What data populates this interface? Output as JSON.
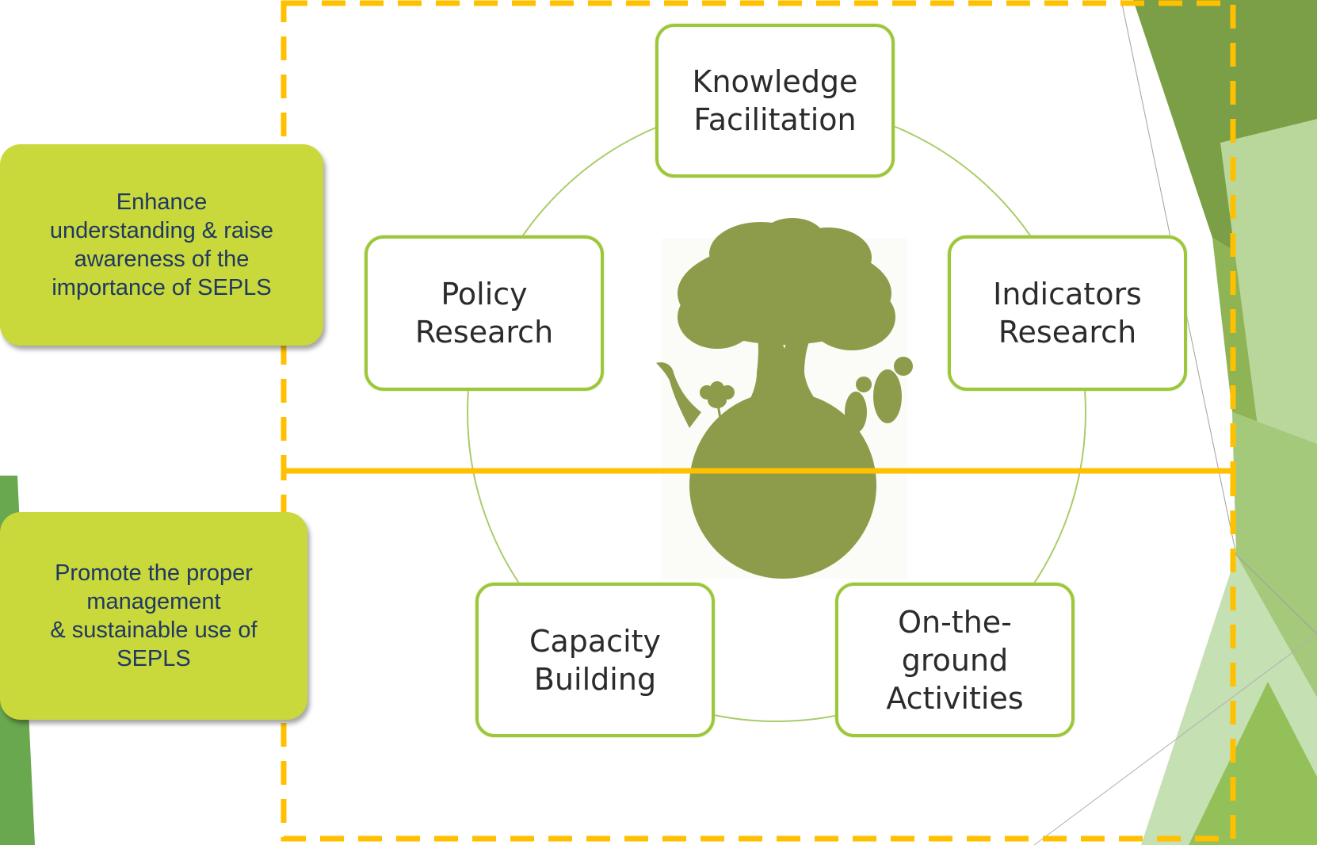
{
  "nodes": {
    "knowledge_facilitation": "Knowledge\nFacilitation",
    "indicators_research": "Indicators\nResearch",
    "on_the_ground": "On-the-\nground\nActivities",
    "capacity_building": "Capacity\nBuilding",
    "policy_research": "Policy\nResearch"
  },
  "goals": {
    "understanding": "Enhance\nunderstanding & raise\nawareness of the\nimportance of SEPLS",
    "management": "Promote the proper\nmanagement\n& sustainable use of\nSEPLS"
  },
  "colors": {
    "accent_green": "#9dc73b",
    "goal_fill": "#c9d83a",
    "goal_text": "#1f3864",
    "dashed_border": "#ffc000",
    "emblem_green": "#8c9c4a",
    "side_green_dark": "#74a33e",
    "side_green_light": "#c5e0b3"
  },
  "icons": {
    "emblem": "tree-globe-icon"
  }
}
